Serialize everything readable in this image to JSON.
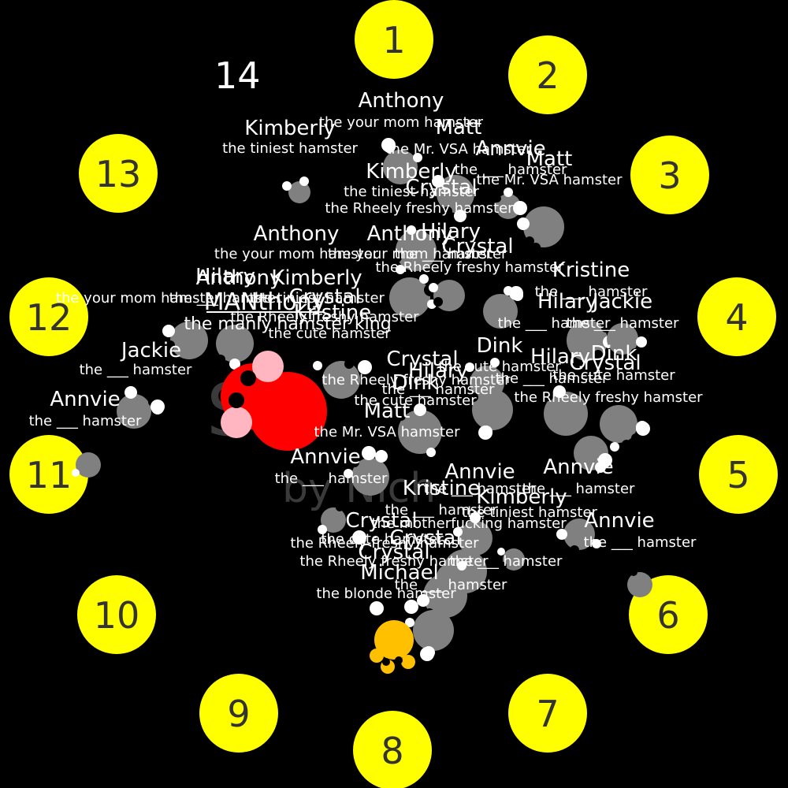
{
  "game": {
    "score_counter": "14",
    "title_watermark": "Sh",
    "byline_watermark": "by Nich",
    "hint_watermark": "Sh"
  },
  "colors": {
    "background": "#000000",
    "target_circle": "#ffff00",
    "target_number": "#333333",
    "hamster_body": "#808080",
    "hamster_ear": "#ffffff",
    "hamster_eye": "#000000",
    "player_body": "#ff0000",
    "player_ear": "#ffb6c1",
    "golden_hamster": "#ffc000",
    "label_text": "#ffffff",
    "watermark": "#3a3a3a"
  },
  "targets": [
    "1",
    "2",
    "3",
    "4",
    "5",
    "6",
    "7",
    "8",
    "9",
    "10",
    "11",
    "12",
    "13"
  ],
  "player": {
    "name": "MANthony",
    "title": "the manly hamster king"
  },
  "hamsters": [
    {
      "name": "Anthony",
      "title": "the your mom hamster"
    },
    {
      "name": "Matt",
      "title": "the Mr. VSA hamster"
    },
    {
      "name": "Kimberly",
      "title": "the tiniest hamster"
    },
    {
      "name": "Annvie",
      "title": "the ___ hamster"
    },
    {
      "name": "Matt",
      "title": "the Mr. VSA hamster"
    },
    {
      "name": "Kimberly",
      "title": "the tiniest hamster"
    },
    {
      "name": "Crystal",
      "title": "the Rheely freshy hamster"
    },
    {
      "name": "Anthony",
      "title": "the your mom hamster"
    },
    {
      "name": "Anthony",
      "title": "the your mom hamster"
    },
    {
      "name": "Hilary",
      "title": "the ___ hamster"
    },
    {
      "name": "Crystal",
      "title": "the Rheely freshy hamster"
    },
    {
      "name": "Kristine",
      "title": "the ___ hamster"
    },
    {
      "name": "Anthony",
      "title": "the your mom hamster"
    },
    {
      "name": "Hilary",
      "title": "the ___ hamster"
    },
    {
      "name": "Kimberly",
      "title": "the tiniest hamster"
    },
    {
      "name": "Crystal",
      "title": "the Rheely freshy hamster"
    },
    {
      "name": "Hilary",
      "title": "the ___ hamster"
    },
    {
      "name": "Jackie",
      "title": "the ___ hamster"
    },
    {
      "name": "Kristine",
      "title": "the cute hamster"
    },
    {
      "name": "Jackie",
      "title": "the ___ hamster"
    },
    {
      "name": "Dink",
      "title": "the cute hamster"
    },
    {
      "name": "Hilary",
      "title": "the ___ hamster"
    },
    {
      "name": "Dink",
      "title": "the cute hamster"
    },
    {
      "name": "Crystal",
      "title": "the Rheely freshy hamster"
    },
    {
      "name": "Annvie",
      "title": "the ___ hamster"
    },
    {
      "name": "Crystal",
      "title": "the Rheely freshy hamster"
    },
    {
      "name": "Hilary",
      "title": "the ___ hamster"
    },
    {
      "name": "Dink",
      "title": "the cute hamster"
    },
    {
      "name": "Matt",
      "title": "the Mr. VSA hamster"
    },
    {
      "name": "Annvie",
      "title": "the ___ hamster"
    },
    {
      "name": "Annvie",
      "title": "the ___ hamster"
    },
    {
      "name": "Annvie",
      "title": "the ___ hamster"
    },
    {
      "name": "Kristine",
      "title": "the ___ hamster"
    },
    {
      "name": "Kimberly",
      "title": "the tiniest hamster"
    },
    {
      "name": "Annvie",
      "title": "the ___ hamster"
    },
    {
      "name": "Crystal",
      "title": "the cute hamster"
    },
    {
      "name": "Crystal",
      "title": "the Rheely freshy hamster"
    },
    {
      "name": "Crystal",
      "title": "the Rheely freshy hamster"
    },
    {
      "name": "Michael",
      "title": "the blonde hamster"
    }
  ],
  "extra_labels": [
    "the motherfucking hamster",
    "the ___ hamster",
    "the ___ hamster"
  ]
}
